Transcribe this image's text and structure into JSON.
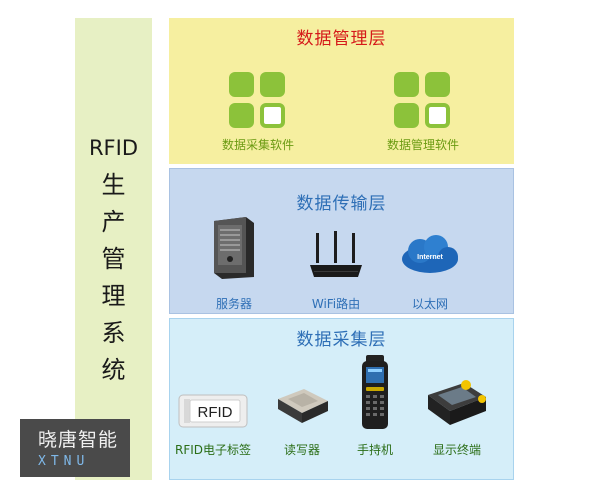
{
  "side_title": {
    "line1": "RFID",
    "chars": [
      "生",
      "产",
      "管",
      "理",
      "系",
      "统"
    ]
  },
  "layers": {
    "management": {
      "title": "数据管理层",
      "items": [
        "数据采集软件",
        "数据管理软件"
      ],
      "accent": "#8cc23a"
    },
    "transmission": {
      "title": "数据传输层",
      "items": [
        "服务器",
        "WiFi路由",
        "以太网"
      ],
      "cloud_text": "Internet"
    },
    "collection": {
      "title": "数据采集层",
      "items": [
        "RFID电子标签",
        "读写器",
        "手持机",
        "显示终端"
      ],
      "tag_text": "RFID"
    }
  },
  "watermark": {
    "cn": "晓唐智能",
    "en": "XTNU"
  }
}
